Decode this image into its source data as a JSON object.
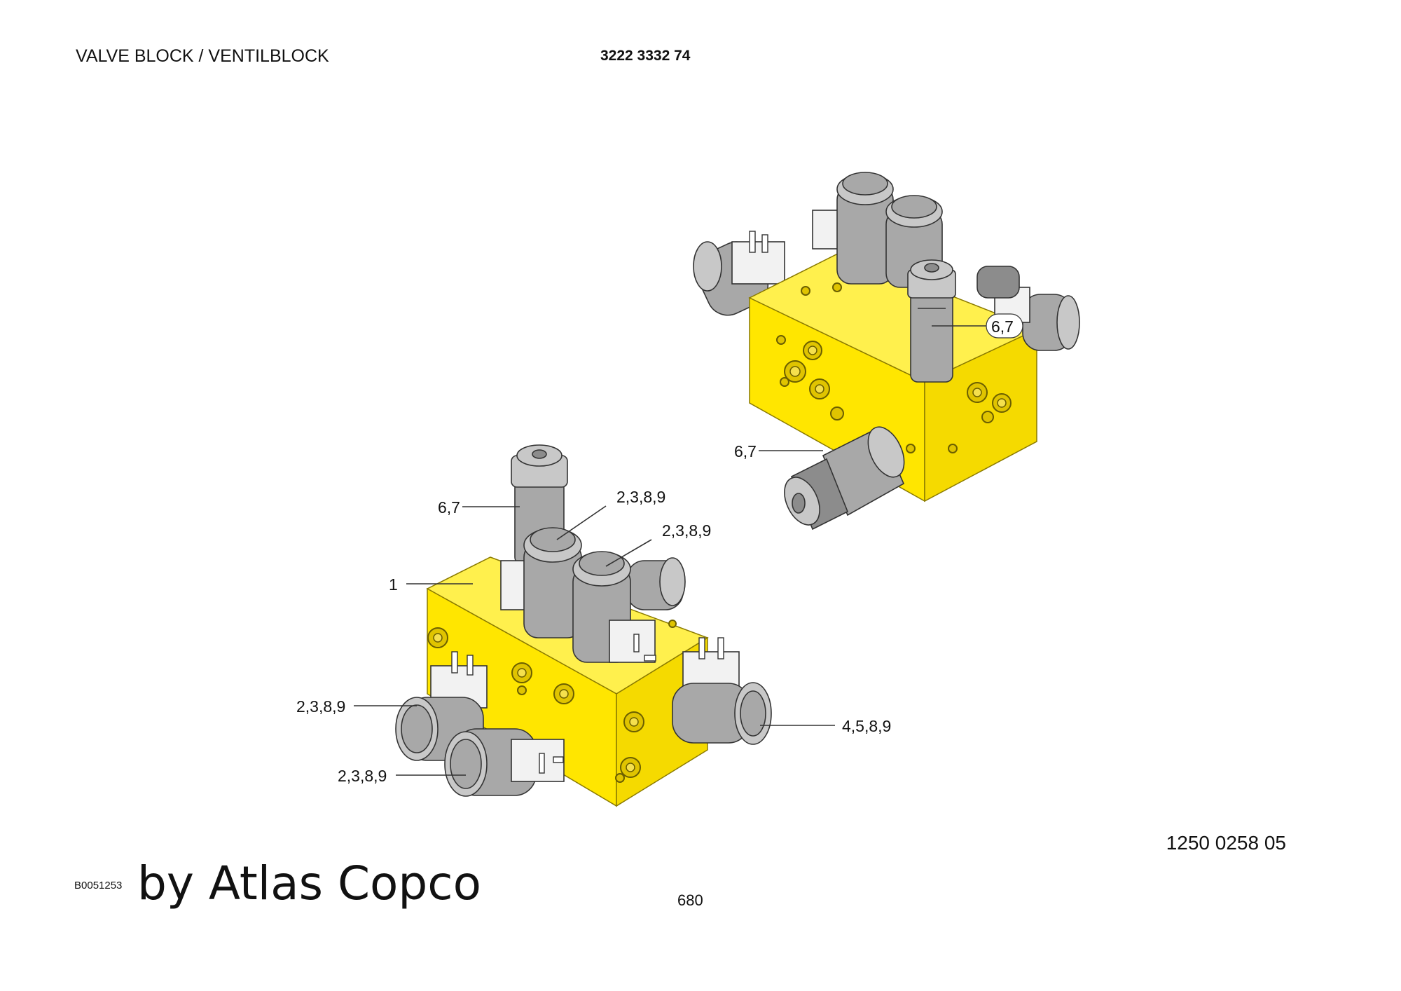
{
  "header": {
    "title": "VALVE BLOCK / VENTILBLOCK",
    "part_number": "3222 3332 74"
  },
  "footer": {
    "drawing_number": "1250 0258 05",
    "image_id": "B0051253",
    "publisher": "by Atlas Copco",
    "page_number": "680"
  },
  "callouts": {
    "upper_block": {
      "top_valve": "6,7",
      "front_valve": "6,7"
    },
    "lower_block": {
      "vertical_valve": "6,7",
      "coil_rear_left": "2,3,8,9",
      "coil_rear_right": "2,3,8,9",
      "block": "1",
      "coil_front_left_upper": "2,3,8,9",
      "coil_front_left_lower": "2,3,8,9",
      "coil_right": "4,5,8,9"
    }
  },
  "colors": {
    "block": "#ffe600",
    "valve": "#a8a8a8",
    "connector": "#f2f2f2"
  }
}
